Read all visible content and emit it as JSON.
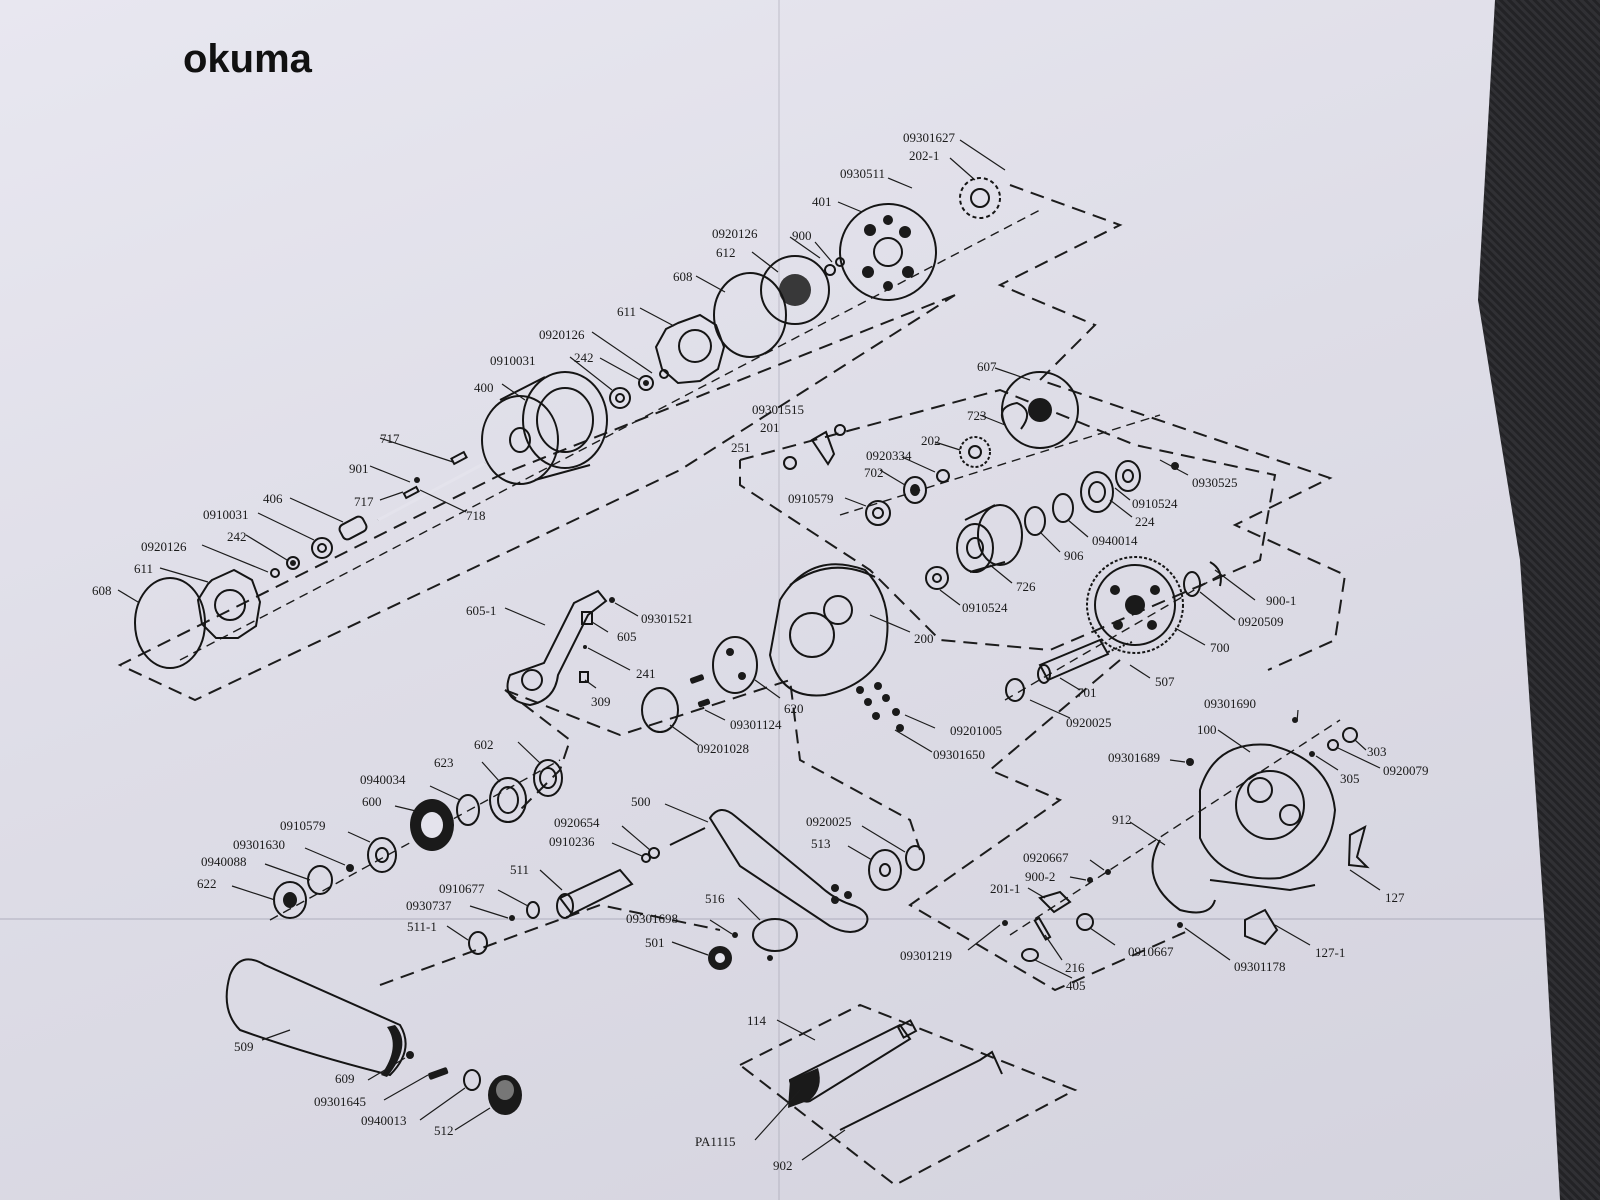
{
  "brand": {
    "logo_text": "okuma"
  },
  "colors": {
    "paper": "#e4e3ec",
    "ink": "#1a1a1a",
    "background": "#2b2b2e"
  },
  "labels": [
    {
      "id": "l01",
      "text": "09301627"
    },
    {
      "id": "l02",
      "text": "202-1"
    },
    {
      "id": "l03",
      "text": "0930511"
    },
    {
      "id": "l04",
      "text": "401"
    },
    {
      "id": "l05",
      "text": "0920126"
    },
    {
      "id": "l06",
      "text": "900"
    },
    {
      "id": "l07",
      "text": "612"
    },
    {
      "id": "l08",
      "text": "608"
    },
    {
      "id": "l09",
      "text": "611"
    },
    {
      "id": "l10",
      "text": "0920126"
    },
    {
      "id": "l11",
      "text": "0910031"
    },
    {
      "id": "l12",
      "text": "242"
    },
    {
      "id": "l13",
      "text": "400"
    },
    {
      "id": "l14",
      "text": "607"
    },
    {
      "id": "l15",
      "text": "09301515"
    },
    {
      "id": "l16",
      "text": "201"
    },
    {
      "id": "l17",
      "text": "723"
    },
    {
      "id": "l18",
      "text": "251"
    },
    {
      "id": "l19",
      "text": "202"
    },
    {
      "id": "l20",
      "text": "0920334"
    },
    {
      "id": "l21",
      "text": "702"
    },
    {
      "id": "l22",
      "text": "0930525"
    },
    {
      "id": "l23",
      "text": "0910579"
    },
    {
      "id": "l24",
      "text": "0910524"
    },
    {
      "id": "l25",
      "text": "224"
    },
    {
      "id": "l26",
      "text": "0940014"
    },
    {
      "id": "l27",
      "text": "906"
    },
    {
      "id": "l28",
      "text": "726"
    },
    {
      "id": "l29",
      "text": "0910524"
    },
    {
      "id": "l30",
      "text": "717"
    },
    {
      "id": "l31",
      "text": "901"
    },
    {
      "id": "l32",
      "text": "717"
    },
    {
      "id": "l33",
      "text": "718"
    },
    {
      "id": "l34",
      "text": "406"
    },
    {
      "id": "l35",
      "text": "0910031"
    },
    {
      "id": "l36",
      "text": "242"
    },
    {
      "id": "l37",
      "text": "0920126"
    },
    {
      "id": "l38",
      "text": "611"
    },
    {
      "id": "l39",
      "text": "608"
    },
    {
      "id": "l40",
      "text": "605-1"
    },
    {
      "id": "l41",
      "text": "09301521"
    },
    {
      "id": "l42",
      "text": "605"
    },
    {
      "id": "l43",
      "text": "241"
    },
    {
      "id": "l44",
      "text": "309"
    },
    {
      "id": "l45",
      "text": "200"
    },
    {
      "id": "l46",
      "text": "900-1"
    },
    {
      "id": "l47",
      "text": "0920509"
    },
    {
      "id": "l48",
      "text": "700"
    },
    {
      "id": "l49",
      "text": "507"
    },
    {
      "id": "l50",
      "text": "701"
    },
    {
      "id": "l51",
      "text": "620"
    },
    {
      "id": "l52",
      "text": "09301124"
    },
    {
      "id": "l53",
      "text": "09201028"
    },
    {
      "id": "l54",
      "text": "09201005"
    },
    {
      "id": "l55",
      "text": "09301650"
    },
    {
      "id": "l56",
      "text": "0920025"
    },
    {
      "id": "l57",
      "text": "09301690"
    },
    {
      "id": "l58",
      "text": "100"
    },
    {
      "id": "l59",
      "text": "303"
    },
    {
      "id": "l60",
      "text": "305"
    },
    {
      "id": "l61",
      "text": "0920079"
    },
    {
      "id": "l62",
      "text": "09301689"
    },
    {
      "id": "l63",
      "text": "602"
    },
    {
      "id": "l64",
      "text": "623"
    },
    {
      "id": "l65",
      "text": "0940034"
    },
    {
      "id": "l66",
      "text": "600"
    },
    {
      "id": "l67",
      "text": "0910579"
    },
    {
      "id": "l68",
      "text": "09301630"
    },
    {
      "id": "l69",
      "text": "0940088"
    },
    {
      "id": "l70",
      "text": "622"
    },
    {
      "id": "l71",
      "text": "500"
    },
    {
      "id": "l72",
      "text": "0920654"
    },
    {
      "id": "l73",
      "text": "0910236"
    },
    {
      "id": "l74",
      "text": "0920025"
    },
    {
      "id": "l75",
      "text": "513"
    },
    {
      "id": "l76",
      "text": "511"
    },
    {
      "id": "l77",
      "text": "0910677"
    },
    {
      "id": "l78",
      "text": "0930737"
    },
    {
      "id": "l79",
      "text": "511-1"
    },
    {
      "id": "l80",
      "text": "516"
    },
    {
      "id": "l81",
      "text": "09301698"
    },
    {
      "id": "l82",
      "text": "501"
    },
    {
      "id": "l83",
      "text": "912"
    },
    {
      "id": "l84",
      "text": "0920667"
    },
    {
      "id": "l85",
      "text": "900-2"
    },
    {
      "id": "l86",
      "text": "201-1"
    },
    {
      "id": "l87",
      "text": "127"
    },
    {
      "id": "l88",
      "text": "09301219"
    },
    {
      "id": "l89",
      "text": "216"
    },
    {
      "id": "l90",
      "text": "0910667"
    },
    {
      "id": "l91",
      "text": "09301178"
    },
    {
      "id": "l92",
      "text": "127-1"
    },
    {
      "id": "l93",
      "text": "405"
    },
    {
      "id": "l94",
      "text": "509"
    },
    {
      "id": "l95",
      "text": "114"
    },
    {
      "id": "l96",
      "text": "609"
    },
    {
      "id": "l97",
      "text": "09301645"
    },
    {
      "id": "l98",
      "text": "0940013"
    },
    {
      "id": "l99",
      "text": "512"
    },
    {
      "id": "l100",
      "text": "PA1115"
    },
    {
      "id": "l101",
      "text": "902"
    }
  ]
}
